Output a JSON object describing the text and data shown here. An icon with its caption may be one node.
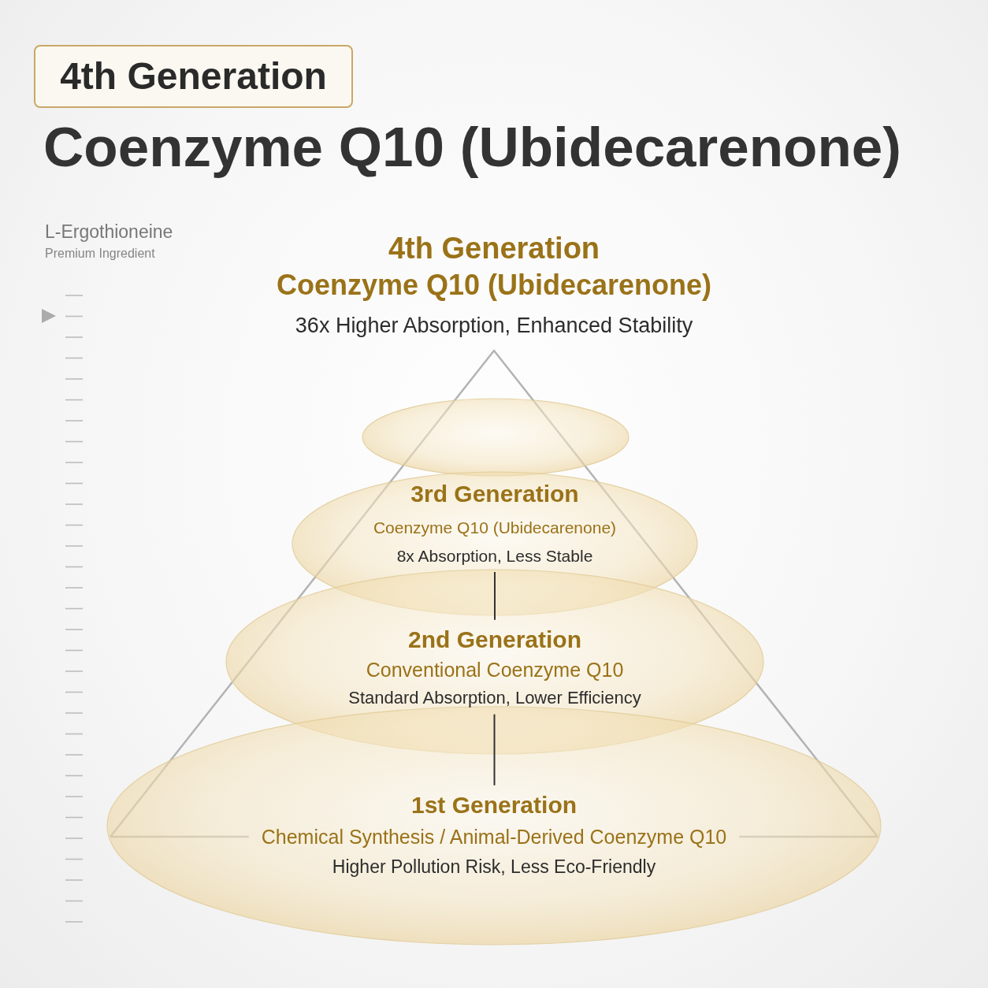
{
  "diagram": {
    "title": "Coenzyme Q10 (Ubidecarenone)",
    "nodes": [
      {
        "text": [
          "4th Generation"
        ]
      },
      {
        "text": [],
        "shape": "ellipse"
      },
      {
        "text": [
          "3rd Generation",
          "Coenzyme Q10 (Ubidecarenone)",
          "8x Absorption, Less Stable"
        ]
      },
      {
        "text": [
          "2nd Generation",
          "Conventional Coenzyme Q10",
          "Standard Absorption, Lower Efficiency"
        ]
      },
      {
        "text": [
          "1st Generation",
          "Chemical Synthesis / Animal-Derived Coenzyme Q10",
          "Higher Pollution Risk, Less Eco-Friendly"
        ]
      }
    ],
    "edges": [
      {
        "from": 2,
        "to": 3,
        "arrow": "none"
      },
      {
        "from": 3,
        "to": 4,
        "arrow": "none"
      }
    ],
    "labels": [
      "L-Ergothioneine",
      "Premium Ingredient",
      "4th Generation",
      "Coenzyme Q10 (Ubidecarenone)",
      "36x Higher Absorption, Enhanced Stability"
    ]
  }
}
